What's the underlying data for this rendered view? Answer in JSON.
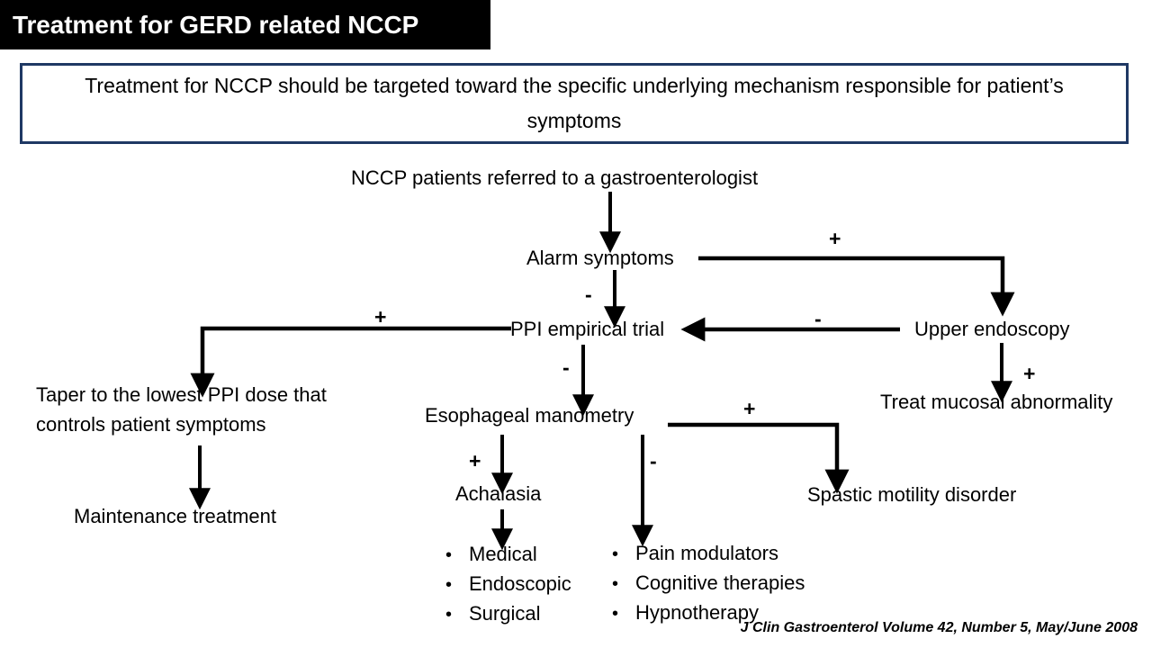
{
  "slide": {
    "title": "Treatment for GERD related NCCP",
    "statement": "Treatment for NCCP should be targeted toward the specific underlying mechanism responsible for patient’s symptoms",
    "citation": "J Clin Gastroenterol  Volume 42, Number 5, May/June 2008",
    "colors": {
      "banner_background": "#000000",
      "banner_text": "#FFFFFF",
      "statement_border": "#1F3864",
      "page_background": "#FFFFFF",
      "ink": "#000000"
    }
  },
  "flowchart": {
    "type": "flowchart",
    "nodes": [
      {
        "id": "referred",
        "label": "NCCP patients referred to a gastroenterologist"
      },
      {
        "id": "alarm",
        "label": "Alarm symptoms"
      },
      {
        "id": "endoscopy",
        "label": "Upper endoscopy"
      },
      {
        "id": "ppi",
        "label": "PPI empirical trial"
      },
      {
        "id": "mucosal",
        "label": "Treat mucosal abnormality"
      },
      {
        "id": "taper",
        "label": "Taper to the lowest PPI dose that controls patient symptoms"
      },
      {
        "id": "maintenance",
        "label": "Maintenance treatment"
      },
      {
        "id": "manometry",
        "label": "Esophageal manometry"
      },
      {
        "id": "achalasia",
        "label": "Achalasia"
      },
      {
        "id": "spastic",
        "label": "Spastic motility disorder"
      }
    ],
    "edges": [
      {
        "from": "referred",
        "to": "alarm",
        "sign": ""
      },
      {
        "from": "alarm",
        "to": "endoscopy",
        "sign": "+"
      },
      {
        "from": "alarm",
        "to": "ppi",
        "sign": "-"
      },
      {
        "from": "endoscopy",
        "to": "ppi",
        "sign": "-"
      },
      {
        "from": "endoscopy",
        "to": "mucosal",
        "sign": "+"
      },
      {
        "from": "ppi",
        "to": "taper",
        "sign": "+"
      },
      {
        "from": "taper",
        "to": "maintenance",
        "sign": ""
      },
      {
        "from": "ppi",
        "to": "manometry",
        "sign": "-"
      },
      {
        "from": "manometry",
        "to": "achalasia",
        "sign": "+"
      },
      {
        "from": "manometry",
        "to": "spastic",
        "sign": "+"
      },
      {
        "from": "manometry",
        "to": "pain_list",
        "sign": "-"
      },
      {
        "from": "achalasia",
        "to": "achalasia_list",
        "sign": ""
      }
    ],
    "signs": {
      "alarm_to_endoscopy": "+",
      "alarm_to_ppi": "-",
      "endoscopy_to_ppi": "-",
      "endoscopy_to_mucosal": "+",
      "ppi_to_taper": "+",
      "ppi_to_manometry": "-",
      "manometry_to_achalasia": "+",
      "manometry_to_spastic": "+",
      "manometry_to_painlist": "-"
    },
    "lists": {
      "achalasia_treatments": [
        "Medical",
        "Endoscopic",
        "Surgical"
      ],
      "nonspecific_treatments": [
        "Pain modulators",
        "Cognitive therapies",
        "Hypnotherapy"
      ],
      "bullet_glyph": "•"
    }
  }
}
